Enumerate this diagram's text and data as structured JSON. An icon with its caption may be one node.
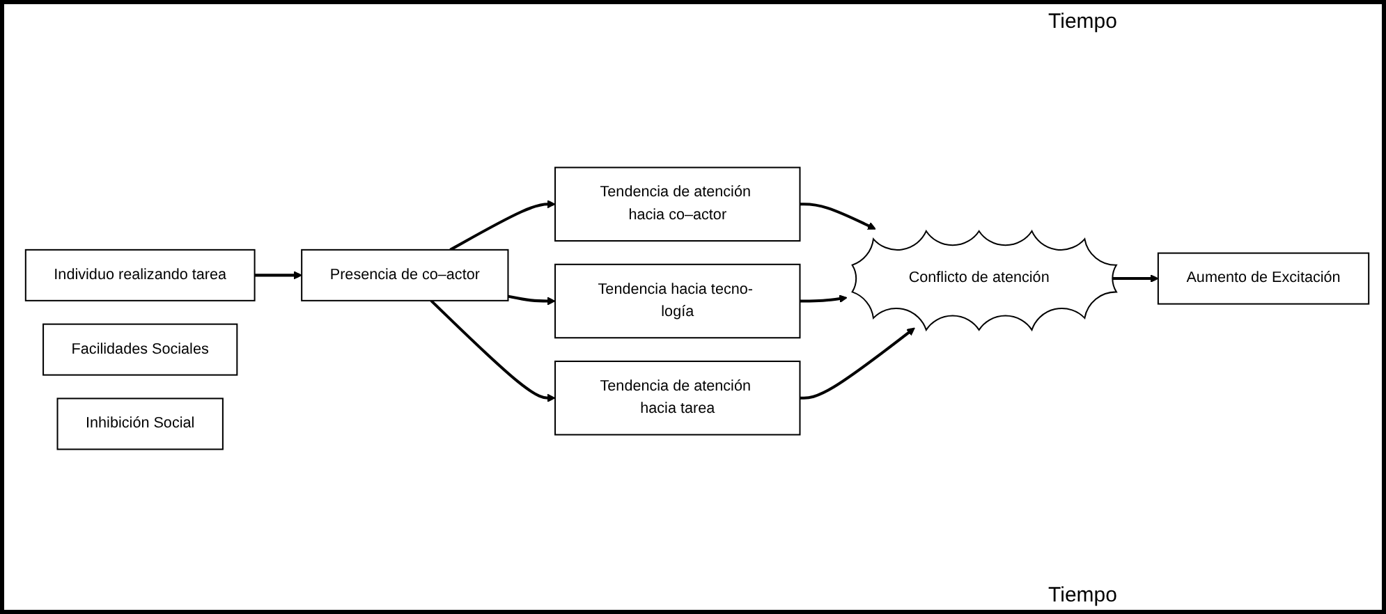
{
  "diagram": {
    "nodes": [
      {
        "text": [
          "Individuo realizando tarea"
        ]
      },
      {
        "text": [
          "Presencia de co–actor"
        ]
      },
      {
        "text": [
          "Tendencia de atención hacia co–actor"
        ]
      },
      {
        "text": [
          "Tendencia hacia tecno- logía"
        ]
      },
      {
        "text": [
          "Tendencia de atención hacia tarea"
        ]
      },
      {
        "text": [
          "Conflicto de atención"
        ]
      },
      {
        "text": [
          "Facilidades Sociales"
        ]
      },
      {
        "text": [
          "Aumento de Excitación"
        ]
      },
      {
        "text": [
          "Inhibición Social"
        ]
      }
    ],
    "edges": [
      {
        "from": 0,
        "to": 1,
        "arrow": "to"
      },
      {
        "from": 1,
        "to": 2,
        "arrow": "to"
      },
      {
        "from": 1,
        "to": 3,
        "arrow": "to"
      },
      {
        "from": 1,
        "to": 4,
        "arrow": "to"
      },
      {
        "from": 2,
        "to": 5,
        "arrow": "to"
      },
      {
        "from": 3,
        "to": 5,
        "arrow": "to"
      },
      {
        "from": 4,
        "to": 5,
        "arrow": "to"
      },
      {
        "from": 5,
        "to": 7,
        "arrow": "to"
      }
    ],
    "labels": [
      "Tiempo",
      "Tiempo"
    ]
  }
}
